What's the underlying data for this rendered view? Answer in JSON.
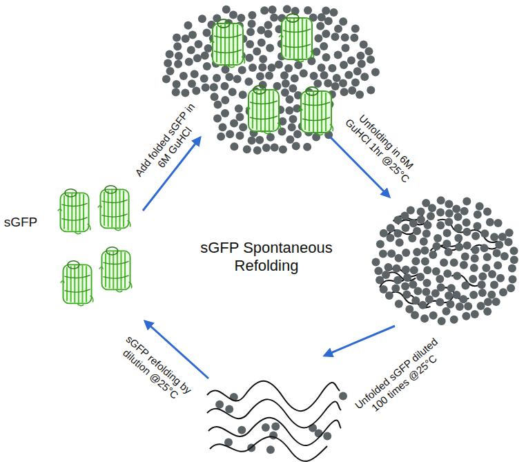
{
  "diagram": {
    "title": "sGFP Spontaneous Refolding",
    "labels": [
      "sGFP",
      "Add folded sGFP in 6M GuHCl",
      "Unfolding in 6M GuHCl 1hr @25°C",
      "Unfolded sGFP diluted 100 times @25°C",
      "sGFP refolding by dilution @25°C"
    ]
  }
}
